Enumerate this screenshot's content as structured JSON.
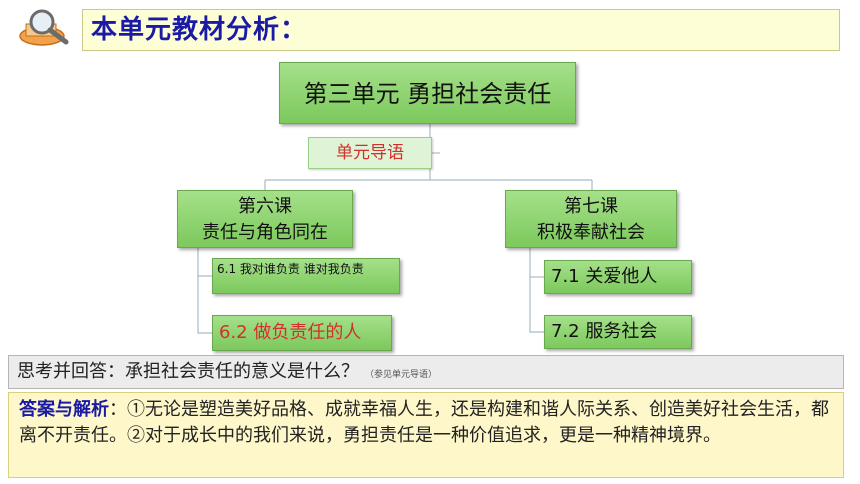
{
  "header": {
    "title": "本单元教材分析："
  },
  "tree": {
    "unit": "第三单元  勇担社会责任",
    "guide": "单元导语",
    "lesson6": {
      "line1": "第六课",
      "line2": "责任与角色同在"
    },
    "lesson7": {
      "line1": "第七课",
      "line2": "积极奉献社会"
    },
    "s61": "6.1 我对谁负责 谁对我负责",
    "s62": "6.2  做负责任的人",
    "s71": "7.1 关爱他人",
    "s72": "7.2 服务社会"
  },
  "question": {
    "text": "思考并回答：承担社会责任的意义是什么？",
    "note": "（参见单元导语）"
  },
  "answer": {
    "label": "答案与解析",
    "text": "：①无论是塑造美好品格、成就幸福人生，还是构建和谐人际关系、创造美好社会生活，都离不开责任。②对于成长中的我们来说，勇担责任是一种价值追求，更是一种精神境界。"
  },
  "colors": {
    "title_blue": "#1a1aa6",
    "box_green": "#7cc95c",
    "highlight_red": "#d1302b",
    "answer_bg": "#fdf7c9"
  },
  "icons": {
    "logo": "magnifier-book-icon"
  }
}
